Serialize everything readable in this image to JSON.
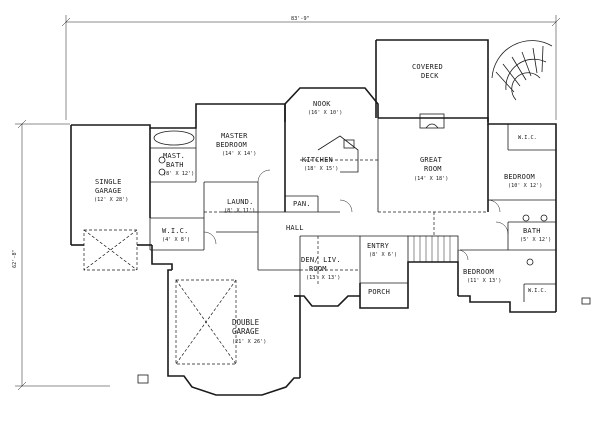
{
  "dimensions": {
    "width": "83'-9\"",
    "depth": "62'-8\""
  },
  "rooms": {
    "covered_deck": {
      "name_1": "COVERED",
      "name_2": "DECK"
    },
    "nook": {
      "name": "NOOK",
      "size": "(16' X 10')"
    },
    "master_bedroom": {
      "name_1": "MASTER",
      "name_2": "BEDROOM",
      "size": "(14' X 14')"
    },
    "mast_bath": {
      "name_1": "MAST.",
      "name_2": "BATH",
      "size": "(8' X 12')"
    },
    "kitchen": {
      "name": "KITCHEN",
      "size": "(18' X 15')"
    },
    "great_room": {
      "name_1": "GREAT",
      "name_2": "ROOM",
      "size": "(14' X 18')"
    },
    "wic_top_right": {
      "name": "W.I.C."
    },
    "bedroom_right": {
      "name": "BEDROOM",
      "size": "(10' X 12')"
    },
    "single_garage": {
      "name_1": "SINGLE",
      "name_2": "GARAGE",
      "size": "(12' X 28')"
    },
    "laund": {
      "name": "LAUND.",
      "size": "(8' X 11')"
    },
    "pan": {
      "name": "PAN."
    },
    "wic_master": {
      "name": "W.I.C.",
      "size": "(4' X 8')"
    },
    "hall": {
      "name": "HALL"
    },
    "den_liv": {
      "name_1": "DEN/ LIV.",
      "name_2": "ROOM",
      "size": "(13' X 13')"
    },
    "entry": {
      "name": "ENTRY",
      "size": "(8' X 6')"
    },
    "bath_right": {
      "name": "BATH",
      "size": "(5' X 12')"
    },
    "bedroom_lower": {
      "name": "BEDROOM",
      "size": "(11' X 13')"
    },
    "porch": {
      "name": "PORCH"
    },
    "wic_lower": {
      "name": "W.I.C."
    },
    "double_garage": {
      "name_1": "DOUBLE",
      "name_2": "GARAGE",
      "size": "(21' X 26')"
    }
  }
}
